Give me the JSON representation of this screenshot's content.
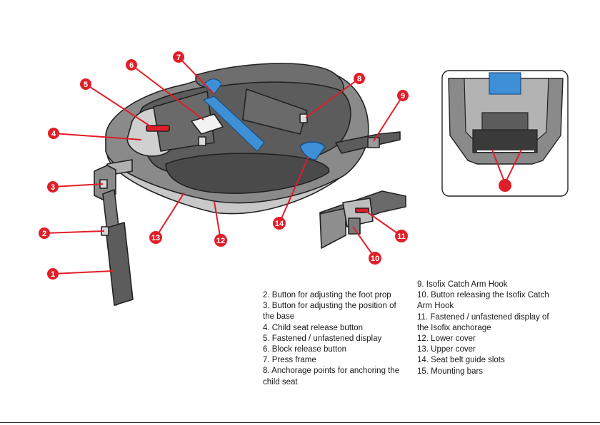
{
  "colors": {
    "callout_red": "#e01e28",
    "frame_blue": "#3d8fd6",
    "shell_dark": "#5c5c5c",
    "shell_mid": "#8a8a8a",
    "shell_light": "#b5b5b5",
    "outline": "#222222"
  },
  "callouts": [
    {
      "label": "1"
    },
    {
      "label": "2"
    },
    {
      "label": "3"
    },
    {
      "label": "4"
    },
    {
      "label": "5"
    },
    {
      "label": "6"
    },
    {
      "label": "7"
    },
    {
      "label": "8"
    },
    {
      "label": "9"
    },
    {
      "label": "10"
    },
    {
      "label": "11"
    },
    {
      "label": "12"
    },
    {
      "label": "13"
    },
    {
      "label": "14"
    }
  ],
  "legend_left": [
    "2. Button for adjusting the foot prop",
    "3. Button for adjusting the position of the base",
    "4. Child seat release button",
    "5. Fastened / unfastened display",
    "6. Block release button",
    "7. Press frame",
    "8. Anchorage points for anchoring the child seat"
  ],
  "legend_right": [
    "9. Isofix Catch Arm Hook",
    "10. Button releasing the Isofix Catch Arm Hook",
    "11. Fastened / unfastened display of the Isofix anchorage",
    "12. Lower cover",
    "13. Upper cover",
    "14. Seat belt guide slots",
    "15. Mounting bars"
  ]
}
